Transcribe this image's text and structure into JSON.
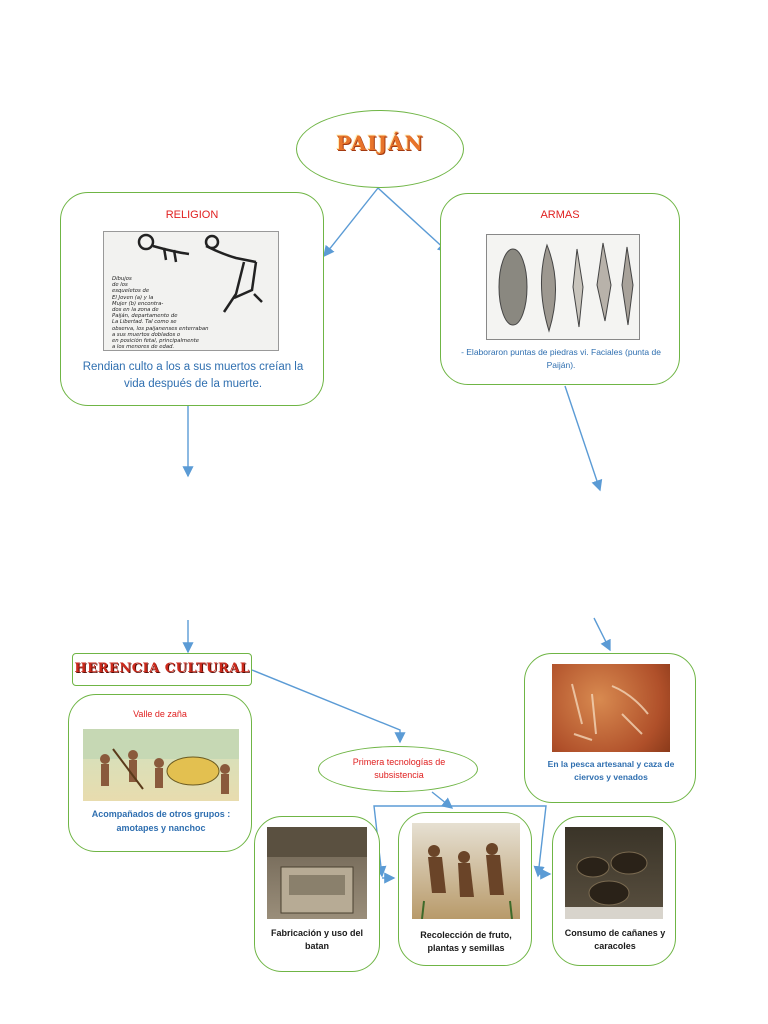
{
  "root": {
    "title": "PAIJÁN"
  },
  "religion": {
    "title": "RELIGION",
    "image_text": [
      "Dibujos",
      "de los",
      "esqueletos de",
      "El Joven (a) y la",
      "Mujer (b) encontra-",
      "dos en la zona de",
      "Paiján, departamento de",
      "La Libertad. Tal como se",
      "observa, los paijanenses enterraban",
      "a sus muertos doblados o",
      "en posición fetal, principalmente",
      "a los menores de edad."
    ],
    "caption": "Rendian culto a los a sus muertos creían la vida después de la muerte."
  },
  "armas": {
    "title": "ARMAS",
    "caption": "- Elaboraron puntas de piedras vi. Faciales (punta de Paiján)."
  },
  "herencia": {
    "title": "HERENCIA CULTURAL"
  },
  "valle": {
    "title": "Valle de zaña",
    "caption": "Acompañados de otros grupos : amotapes y nanchoc"
  },
  "pesca": {
    "caption": "En la pesca artesanal y caza de ciervos y venados"
  },
  "tecnologias": {
    "title": "Primera tecnologías de subsistencia"
  },
  "batan": {
    "caption": "Fabricación y uso del batan"
  },
  "recoleccion": {
    "caption": "Recolección de fruto, plantas y semillas"
  },
  "consumo": {
    "caption": "Consumo de cañanes y caracoles"
  },
  "colors": {
    "border": "#6fb545",
    "arrow": "#5b9bd5",
    "title_red": "#e02020",
    "caption_blue": "#2f6fb0"
  }
}
